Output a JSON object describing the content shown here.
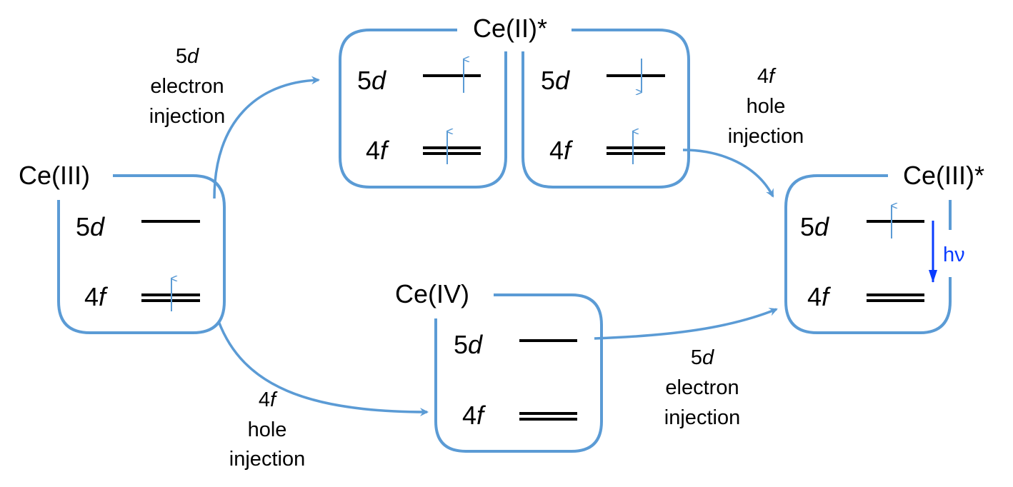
{
  "colors": {
    "box_stroke": "#5b9bd5",
    "spin_arrow": "#5b9bd5",
    "level_line": "#000000",
    "emission_arrow": "#0a3cff",
    "text": "#000000"
  },
  "states": {
    "ce3": {
      "label": "Ce(III)",
      "orbital_5d": {
        "num": "5",
        "letter": "d",
        "spin": "none"
      },
      "orbital_4f": {
        "num": "4",
        "letter": "f",
        "spin": "up"
      }
    },
    "ce2_star": {
      "label": "Ce(II)*",
      "left": {
        "orbital_5d": {
          "num": "5",
          "letter": "d",
          "spin": "up"
        },
        "orbital_4f": {
          "num": "4",
          "letter": "f",
          "spin": "up"
        }
      },
      "right": {
        "orbital_5d": {
          "num": "5",
          "letter": "d",
          "spin": "down"
        },
        "orbital_4f": {
          "num": "4",
          "letter": "f",
          "spin": "up"
        }
      }
    },
    "ce4": {
      "label": "Ce(IV)",
      "orbital_5d": {
        "num": "5",
        "letter": "d",
        "spin": "none"
      },
      "orbital_4f": {
        "num": "4",
        "letter": "f",
        "spin": "none"
      }
    },
    "ce3_star": {
      "label": "Ce(III)*",
      "orbital_5d": {
        "num": "5",
        "letter": "d",
        "spin": "up"
      },
      "orbital_4f": {
        "num": "4",
        "letter": "f",
        "spin": "none"
      },
      "emission_label": "hν"
    }
  },
  "transitions": [
    {
      "from": "Ce(III)",
      "to": "Ce(II)*",
      "line1_num": "5",
      "line1_letter": "d",
      "line2": "electron",
      "line3": "injection"
    },
    {
      "from": "Ce(II)*",
      "to": "Ce(III)*",
      "line1_num": "4",
      "line1_letter": "f",
      "line2": "hole",
      "line3": "injection"
    },
    {
      "from": "Ce(III)",
      "to": "Ce(IV)",
      "line1_num": "4",
      "line1_letter": "f",
      "line2": "hole",
      "line3": "injection"
    },
    {
      "from": "Ce(IV)",
      "to": "Ce(III)*",
      "line1_num": "5",
      "line1_letter": "d",
      "line2": "electron",
      "line3": "injection"
    }
  ]
}
